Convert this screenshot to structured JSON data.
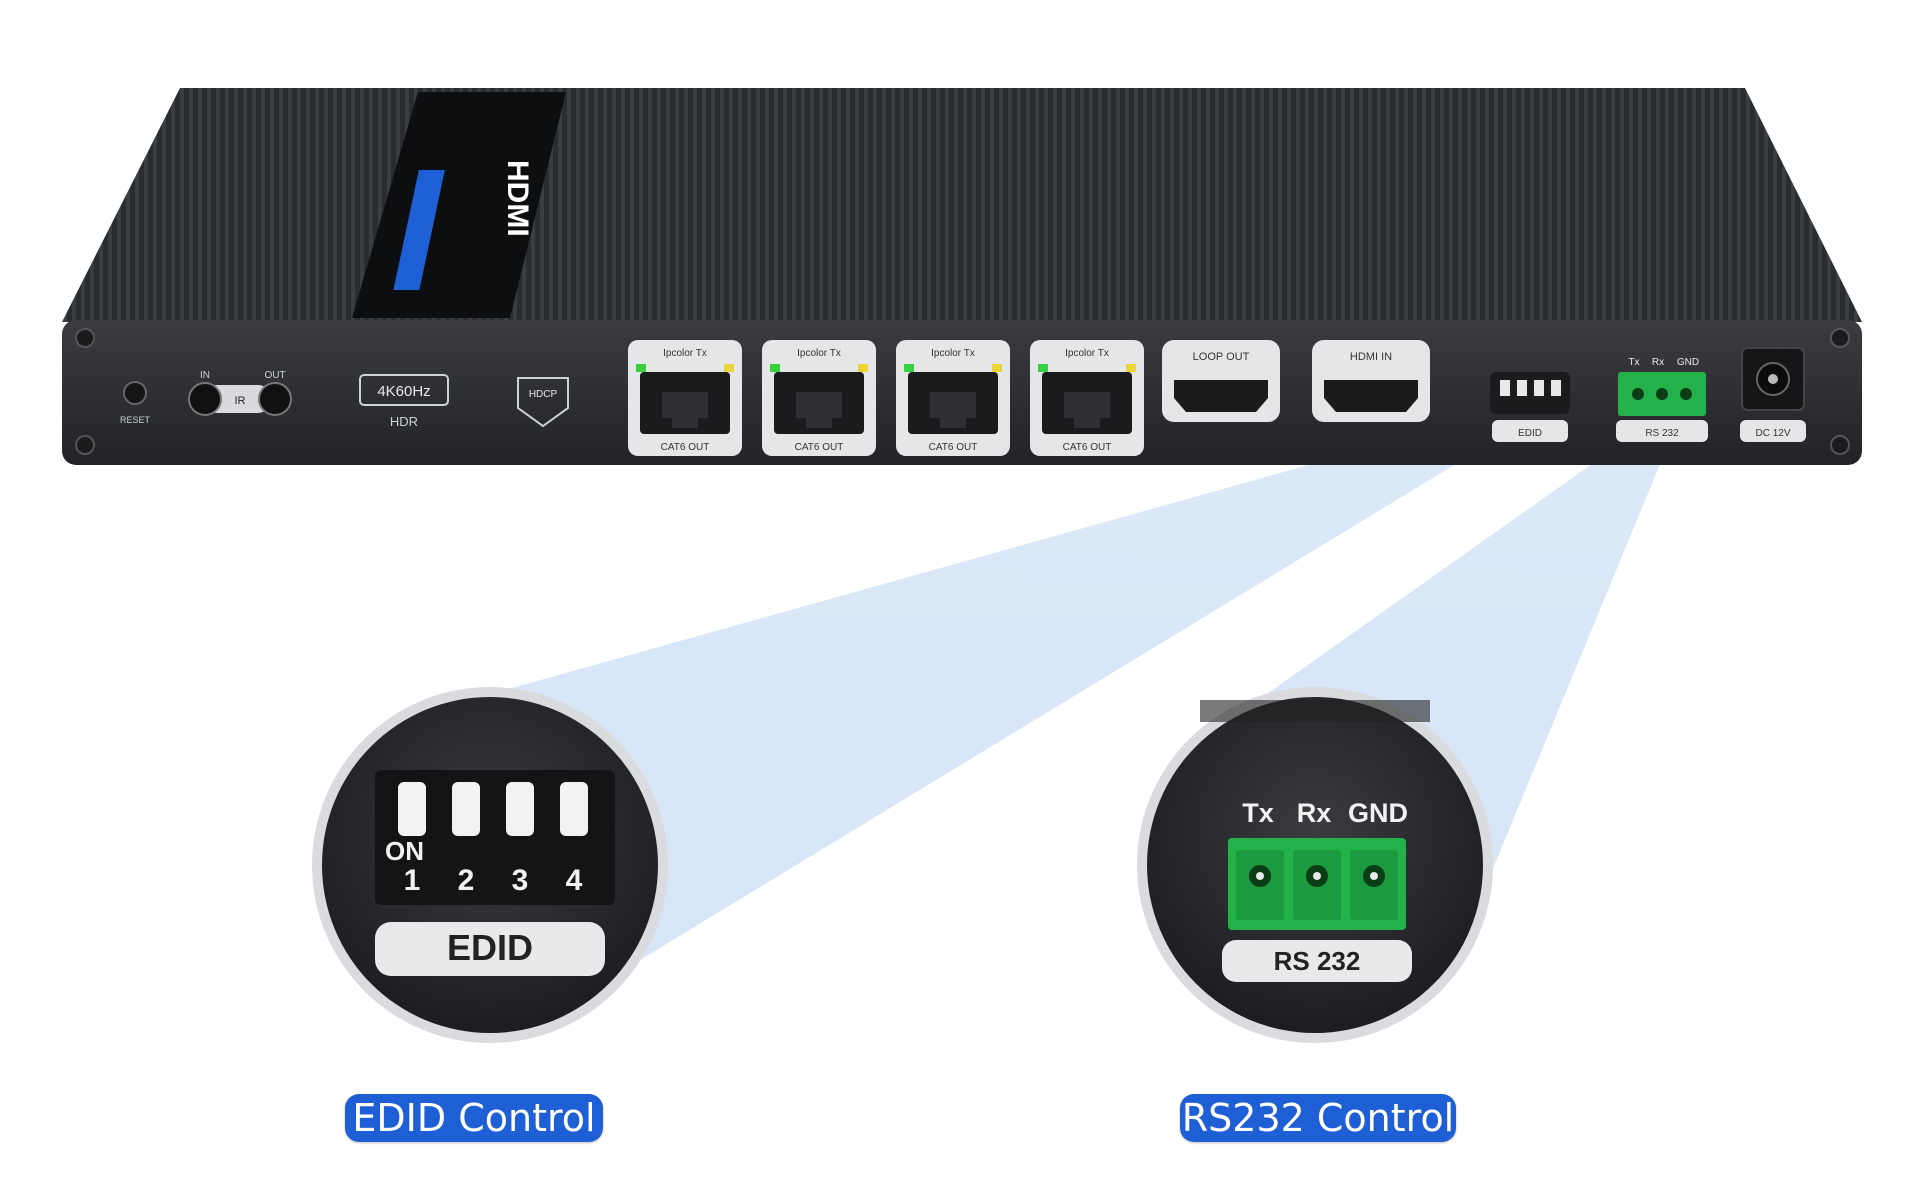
{
  "device": {
    "brand": "HDMI",
    "panel_labels": {
      "reset": "RESET",
      "ir_in": "IN",
      "ir_out": "OUT",
      "ir": "IR",
      "resolution": "4K60Hz",
      "hdr": "HDR",
      "hdcp": "HDCP",
      "rj45_top": "Ipcolor Tx",
      "rj45_bottom": "CAT6 OUT",
      "loop_out": "LOOP OUT",
      "hdmi_in": "HDMI IN",
      "edid": "EDID",
      "rs232": "RS 232",
      "dc": "DC 12V",
      "tx": "Tx",
      "rx": "Rx",
      "gnd": "GND"
    }
  },
  "zoom_edid": {
    "on_label": "ON",
    "switch_numbers": [
      "1",
      "2",
      "3",
      "4"
    ],
    "label": "EDID"
  },
  "zoom_rs232": {
    "pins": [
      "Tx",
      "Rx",
      "GND"
    ],
    "label": "RS 232"
  },
  "captions": {
    "edid": "EDID Control",
    "rs232": "RS232 Control"
  },
  "colors": {
    "body": "#2b2d31",
    "accent_blue": "#1f5fd6",
    "terminal_green": "#23b14a",
    "beam": "#cfe0f5"
  }
}
